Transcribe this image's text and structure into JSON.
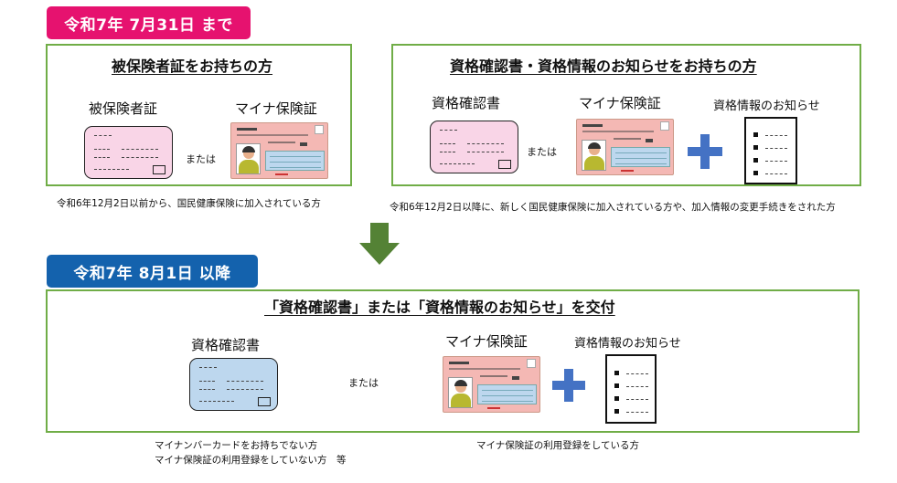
{
  "before": {
    "badge": "令和7年 7月31日 まで",
    "insured": {
      "title": "被保険者証をお持ちの方",
      "card_label": "被保険者証",
      "mynumber_label": "マイナ保険証",
      "or": "または",
      "note": "令和6年12月2日以前から、国民健康保険に加入されている方"
    },
    "certificate": {
      "title": "資格確認書・資格情報のお知らせをお持ちの方",
      "card_label": "資格確認書",
      "mynumber_label": "マイナ保険証",
      "notice_label": "資格情報のお知らせ",
      "or": "または",
      "note": "令和6年12月2日以降に、新しく国民健康保険に加入されている方や、加入情報の変更手続きをされた方"
    }
  },
  "after": {
    "badge": "令和7年 8月1日 以降",
    "title": "「資格確認書」または「資格情報のお知らせ」を交付",
    "card_label": "資格確認書",
    "mynumber_label": "マイナ保険証",
    "notice_label": "資格情報のお知らせ",
    "or": "または",
    "note_left_1": "マイナンバーカードをお持ちでない方",
    "note_left_2": "マイナ保険証の利用登録をしていない方　等",
    "note_right": "マイナ保険証の利用登録をしている方"
  },
  "colors": {
    "pink_badge": "#e6126f",
    "blue_badge": "#1462ad",
    "panel_border": "#70ad47",
    "arrow": "#548235",
    "plus": "#4472c4"
  }
}
